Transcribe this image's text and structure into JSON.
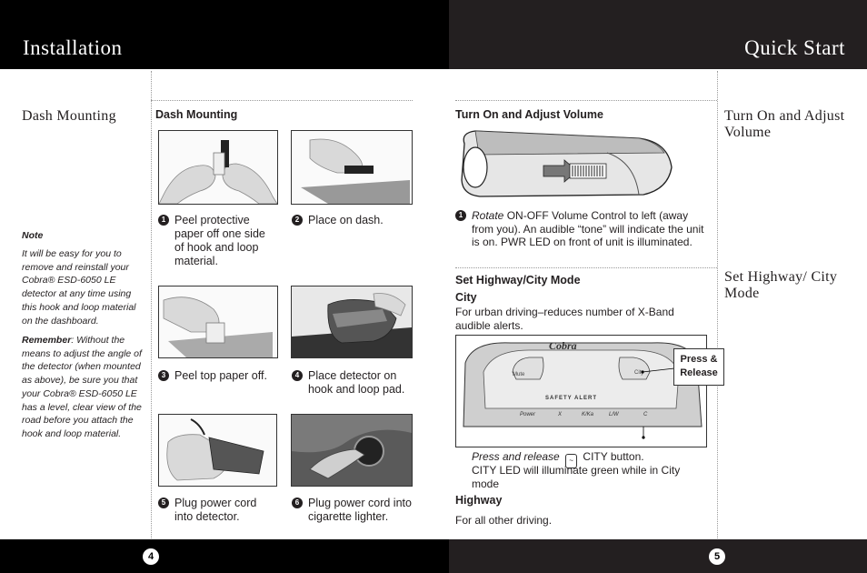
{
  "left_page": {
    "header_title": "Installation",
    "side_title": "Dash Mounting",
    "note": {
      "heading": "Note",
      "text": "It will be easy for you to remove and reinstall your Cobra® ESD-6050 LE detector at any time using this hook and loop material on the dashboard.",
      "remember_label": "Remember",
      "remember_text": ": Without the means to adjust the angle of the detector (when mounted as above), be sure you that your Cobra® ESD-6050 LE has a level, clear view of the road before you attach the hook and loop material."
    },
    "section_title": "Dash Mounting",
    "steps": [
      {
        "num": "1",
        "text": "Peel protective paper off one side of hook and loop material."
      },
      {
        "num": "2",
        "text": "Place on dash."
      },
      {
        "num": "3",
        "text": "Peel top paper off."
      },
      {
        "num": "4",
        "text": "Place detector on hook and loop pad."
      },
      {
        "num": "5",
        "text": "Plug power cord into detector."
      },
      {
        "num": "6",
        "text": "Plug power cord into cigarette lighter."
      }
    ],
    "page_number": "4"
  },
  "right_page": {
    "header_title": "Quick Start",
    "side_title_1": "Turn On and Adjust Volume",
    "side_title_2": "Set Highway/ City Mode",
    "volume": {
      "title": "Turn On and Adjust Volume",
      "step_num": "1",
      "step_verb": "Rotate",
      "step_text": " ON-OFF Volume Control to left (away from you). An audible “tone” will indicate the unit is on. PWR LED on front of unit is illuminated."
    },
    "mode": {
      "title": "Set Highway/City Mode",
      "city_title": "City",
      "city_text": "For urban driving–reduces number of X-Band audible alerts.",
      "callout": "Press & Release",
      "press_release_label": "Press and release",
      "press_release_text": "CITY button.",
      "city_led_text": "CITY LED will illuminate green while in City mode",
      "highway_title": "Highway",
      "highway_text": "For all other driving."
    },
    "device_labels": {
      "brand": "Cobra",
      "mute": "Mute",
      "city": "City",
      "safety_alert": "SAFETY ALERT",
      "indicators": [
        "Power",
        "X",
        "K/Ka",
        "L/W",
        "C"
      ]
    },
    "page_number": "5"
  }
}
